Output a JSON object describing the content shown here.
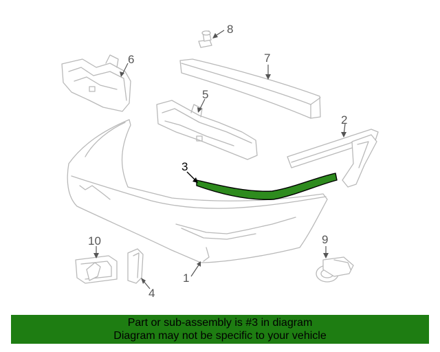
{
  "callouts": {
    "c1": "1",
    "c2": "2",
    "c3": "3",
    "c4": "4",
    "c5": "5",
    "c6": "6",
    "c7": "7",
    "c8": "8",
    "c9": "9",
    "c10": "10"
  },
  "highlight": {
    "part_number": "3",
    "color": "#2e8b1e"
  },
  "banner": {
    "line1": "Part or sub-assembly is #3 in diagram",
    "line2": "Diagram may not be specific to your vehicle",
    "background": "#1e7d12"
  }
}
